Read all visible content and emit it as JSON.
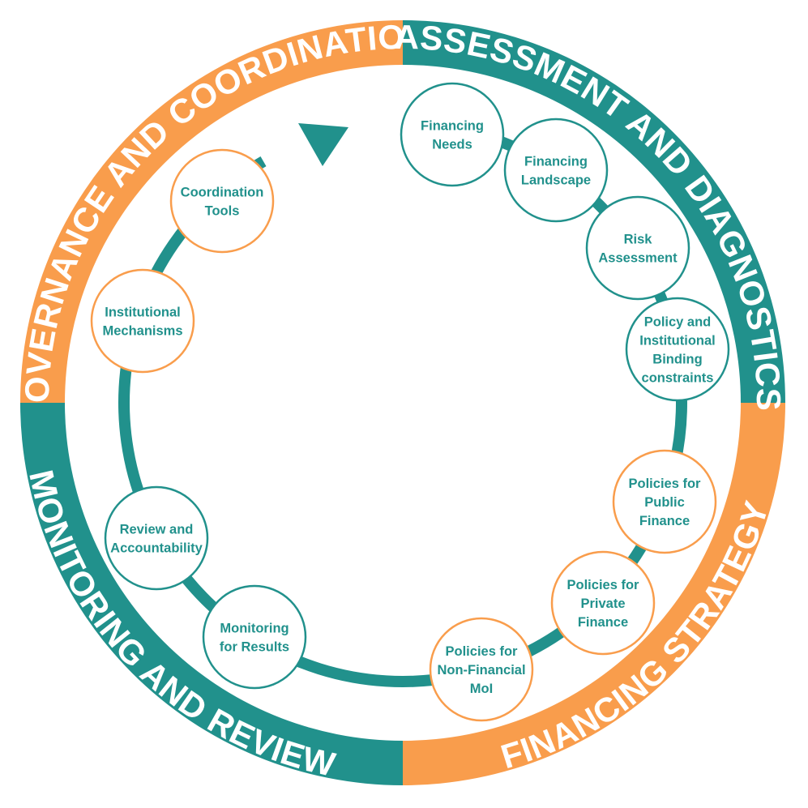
{
  "colors": {
    "teal": "#21918c",
    "orange": "#f99d4c",
    "white": "#ffffff"
  },
  "quadrants": [
    {
      "label": "ASSESSMENT AND DIAGNOSTICS",
      "color": "#21918c"
    },
    {
      "label": "FINANCING STRATEGY",
      "color": "#f99d4c"
    },
    {
      "label": "MONITORING AND REVIEW",
      "color": "#21918c"
    },
    {
      "label": "GOVERNANCE AND COORDINATION",
      "color": "#f99d4c"
    }
  ],
  "nodes": [
    {
      "lines": [
        "Financing",
        "Needs"
      ],
      "border": "#21918c"
    },
    {
      "lines": [
        "Financing",
        "Landscape"
      ],
      "border": "#21918c"
    },
    {
      "lines": [
        "Risk",
        "Assessment"
      ],
      "border": "#21918c"
    },
    {
      "lines": [
        "Policy and",
        "Institutional",
        "Binding",
        "constraints"
      ],
      "border": "#21918c"
    },
    {
      "lines": [
        "Policies for",
        "Public",
        "Finance"
      ],
      "border": "#f99d4c"
    },
    {
      "lines": [
        "Policies for",
        "Private",
        "Finance"
      ],
      "border": "#f99d4c"
    },
    {
      "lines": [
        "Policies for",
        "Non-Financial",
        "MoI"
      ],
      "border": "#f99d4c"
    },
    {
      "lines": [
        "Monitoring",
        "for Results"
      ],
      "border": "#21918c"
    },
    {
      "lines": [
        "Review and",
        "Accountability"
      ],
      "border": "#21918c"
    },
    {
      "lines": [
        "Institutional",
        "Mechanisms"
      ],
      "border": "#f99d4c"
    },
    {
      "lines": [
        "Coordination",
        "Tools"
      ],
      "border": "#f99d4c"
    }
  ]
}
